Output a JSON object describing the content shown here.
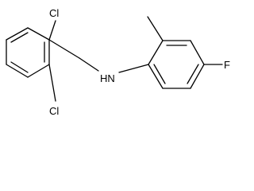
{
  "structure": {
    "atoms": {
      "cl_top": "Cl",
      "cl_bottom": "Cl",
      "amine": "HN",
      "fluorine": "F"
    }
  },
  "colors": {
    "bond": "#000000",
    "label": "#000000",
    "background": "#ffffff"
  }
}
